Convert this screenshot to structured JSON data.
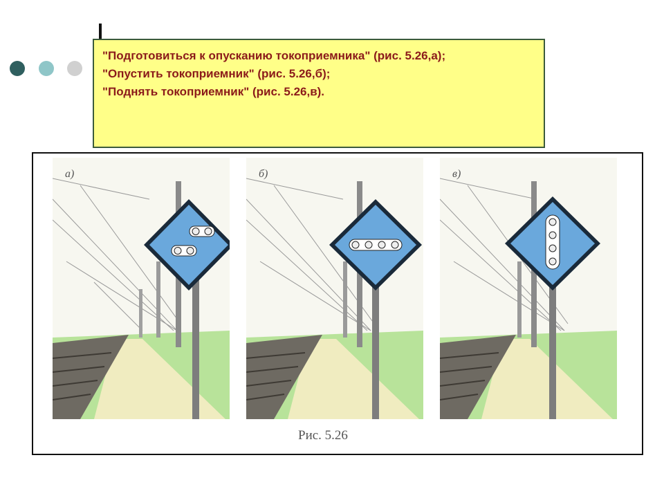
{
  "slide": {
    "lines": [
      "\"Подготовиться к опусканию токоприемника\" (рис. 5.26,а);",
      "\"Опустить токоприемник\" (рис. 5.26,б);",
      "\"Поднять токоприемник\" (рис. 5.26,в)."
    ]
  },
  "figure": {
    "caption": "Рис. 5.26",
    "panels": [
      {
        "label": "а)",
        "lights": "two-offset-pairs"
      },
      {
        "label": "б)",
        "lights": "horizontal-row-of-four"
      },
      {
        "label": "в)",
        "lights": "vertical-column-of-four"
      }
    ]
  },
  "colors": {
    "box_bg": "#ffff88",
    "box_border": "#3b5a3b",
    "text": "#8b1a1a",
    "sign_blue": "#6aa8dc",
    "grass": "#b8e39a",
    "platform": "#f0ecc0"
  }
}
